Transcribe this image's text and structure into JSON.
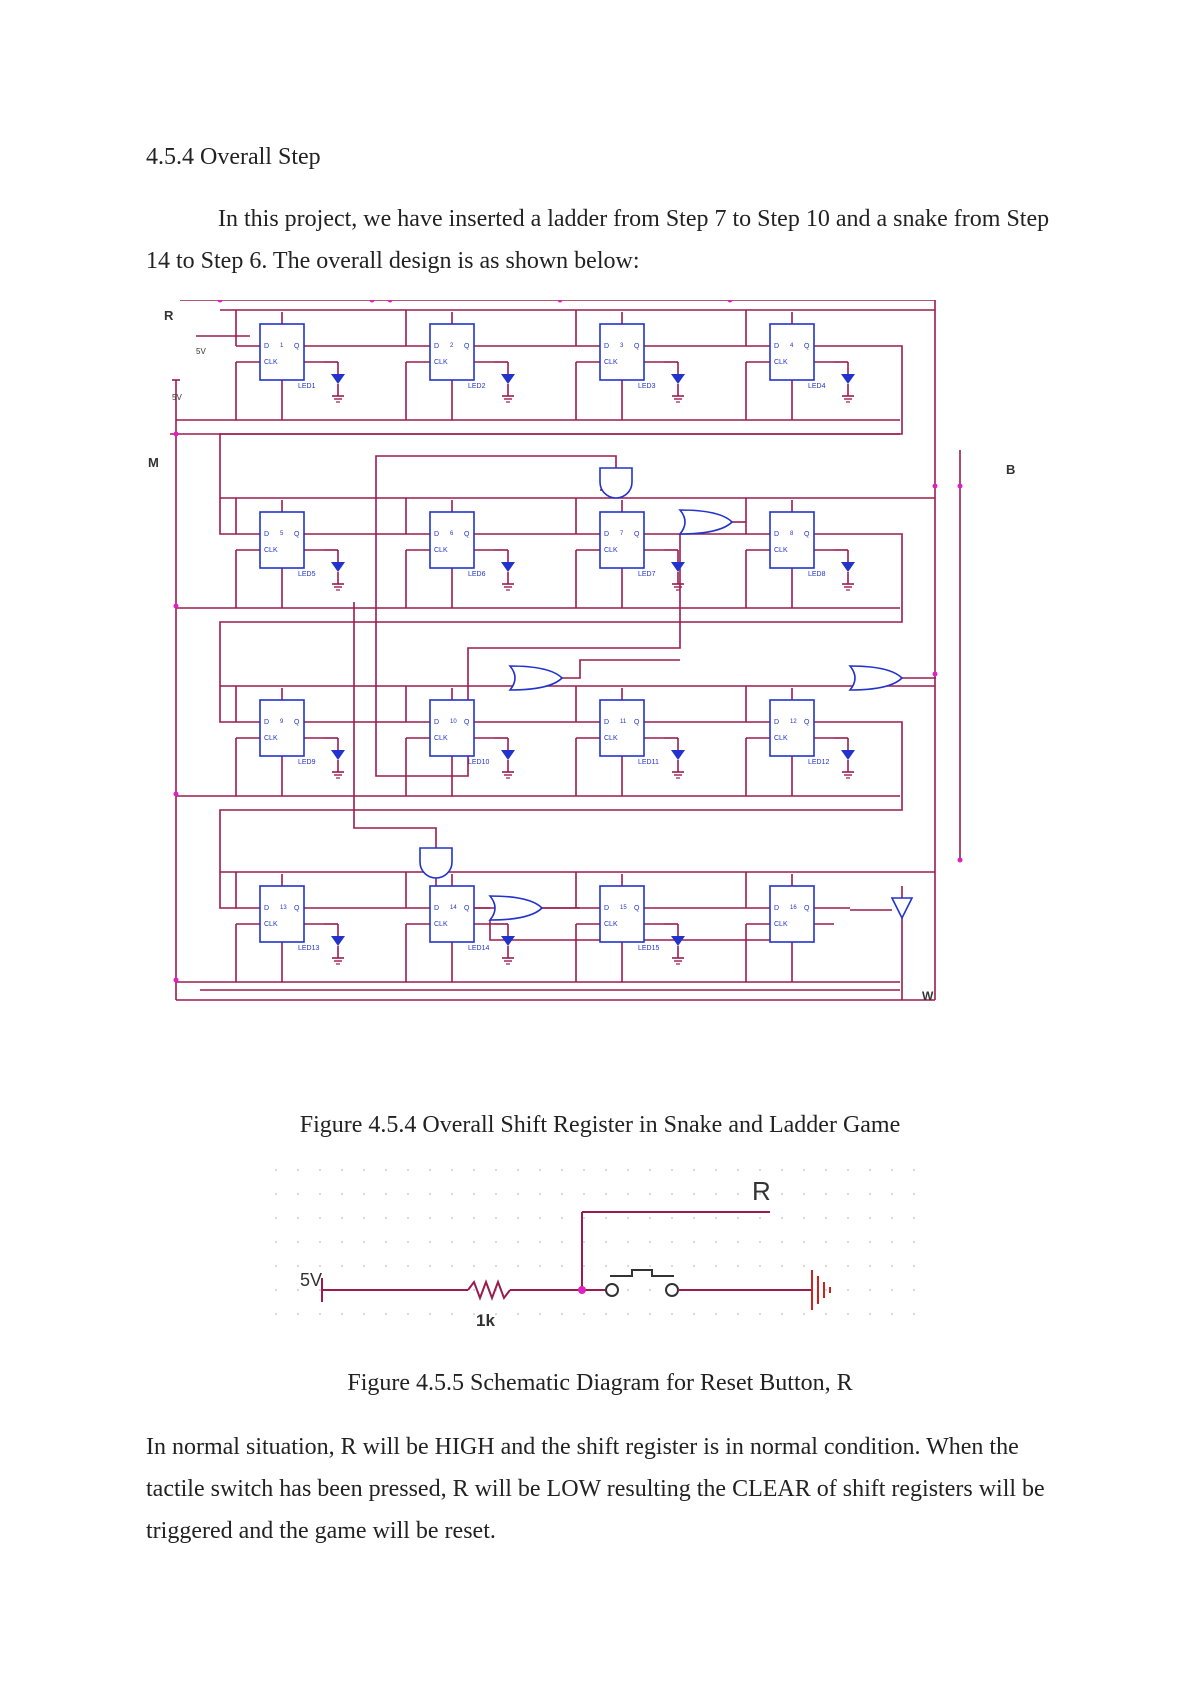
{
  "section_heading": "4.5.4 Overall Step",
  "intro_paragraph": "In this project, we have inserted a ladder from Step 7 to Step 10 and a snake from Step 14 to Step 6. The overall design is as shown below:",
  "figure1": {
    "caption": "Figure 4.5.4 Overall Shift Register in Snake and Ladder Game",
    "signal_labels": [
      "R",
      "M",
      "B",
      "W",
      "5V",
      "5V"
    ],
    "flipflop_pin_labels": [
      "D",
      "Q",
      "CLK"
    ],
    "leds": [
      "LED1",
      "LED2",
      "LED3",
      "LED4",
      "LED5",
      "LED6",
      "LED7",
      "LED8",
      "LED9",
      "LED10",
      "LED11",
      "LED12",
      "LED13",
      "LED14",
      "LED15"
    ]
  },
  "figure2": {
    "caption": "Figure 4.5.5 Schematic Diagram for Reset Button, R",
    "label_R": "R",
    "label_5V": "5V",
    "label_resistor": "1k"
  },
  "closing_paragraph": "In normal situation, R will be HIGH and the shift register is in normal condition. When the tactile switch has been pressed, R will be LOW resulting the CLEAR of shift registers will be triggered and the game will be reset.",
  "colors": {
    "wire": "#9b1b4f",
    "component": "#2233cc",
    "junction": "#e020c0",
    "grid_dot": "#cfcfcf"
  }
}
